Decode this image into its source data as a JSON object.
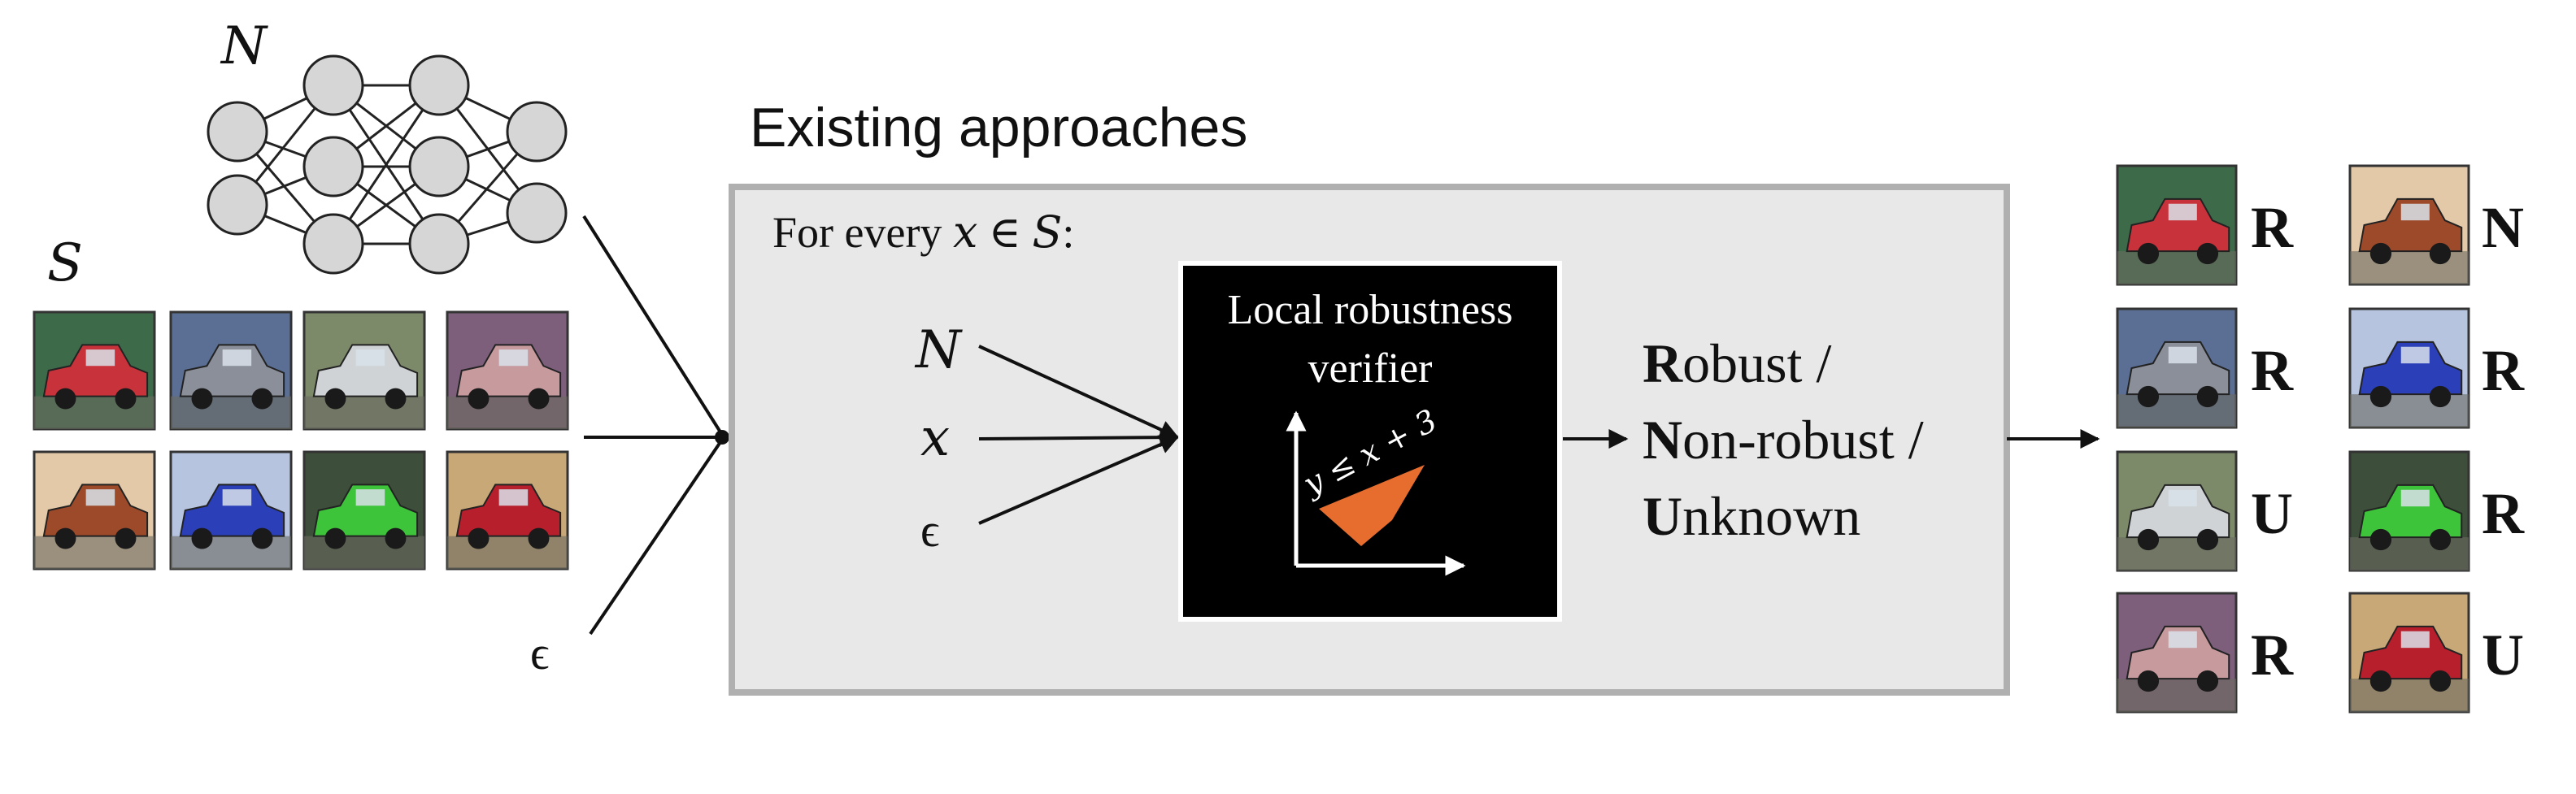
{
  "labels": {
    "network": "N",
    "dataset": "S",
    "epsilon": "ϵ",
    "section_title": "Existing approaches",
    "loop_prefix": "For every ",
    "loop_var": "x",
    "loop_in": " ∈ ",
    "loop_set": "S",
    "loop_colon": ":",
    "verifier_line1": "Local robustness",
    "verifier_line2": "verifier",
    "constraint": "y ≤ x + 3",
    "inputs": [
      "N",
      "x",
      "ϵ"
    ],
    "outputs": [
      {
        "initial": "R",
        "rest": "obust /"
      },
      {
        "initial": "N",
        "rest": "on-robust /"
      },
      {
        "initial": "U",
        "rest": "nknown"
      }
    ]
  },
  "input_images": [
    {
      "name": "red-car",
      "body": "#c8323a",
      "bg": "#3d6b4a"
    },
    {
      "name": "grey-sedan",
      "body": "#8a8f99",
      "bg": "#5b6f94"
    },
    {
      "name": "silver-car",
      "body": "#cfd3d6",
      "bg": "#7c8a6a"
    },
    {
      "name": "pink-car",
      "body": "#c79a9e",
      "bg": "#7d5f7c"
    },
    {
      "name": "brown-convertible",
      "body": "#9c4a2a",
      "bg": "#e3c9a8"
    },
    {
      "name": "blue-sports-car",
      "body": "#2a3fb8",
      "bg": "#b7c4e0"
    },
    {
      "name": "green-car",
      "body": "#3ec43a",
      "bg": "#3d4e3a"
    },
    {
      "name": "red-minivan",
      "body": "#b81f2d",
      "bg": "#c9a877"
    }
  ],
  "results": [
    {
      "image": "red-car",
      "verdict": "R"
    },
    {
      "image": "brown-convertible",
      "verdict": "N"
    },
    {
      "image": "grey-sedan",
      "verdict": "R"
    },
    {
      "image": "blue-sports-car",
      "verdict": "R"
    },
    {
      "image": "silver-car",
      "verdict": "U"
    },
    {
      "image": "green-car",
      "verdict": "R"
    },
    {
      "image": "pink-car",
      "verdict": "R"
    },
    {
      "image": "red-minivan",
      "verdict": "U"
    }
  ],
  "colors": {
    "box_fill": "#e8e8e8",
    "box_border": "#b0b0b0",
    "verifier_fill": "#000000",
    "polygon": "#e66d2e",
    "ink": "#111111"
  }
}
